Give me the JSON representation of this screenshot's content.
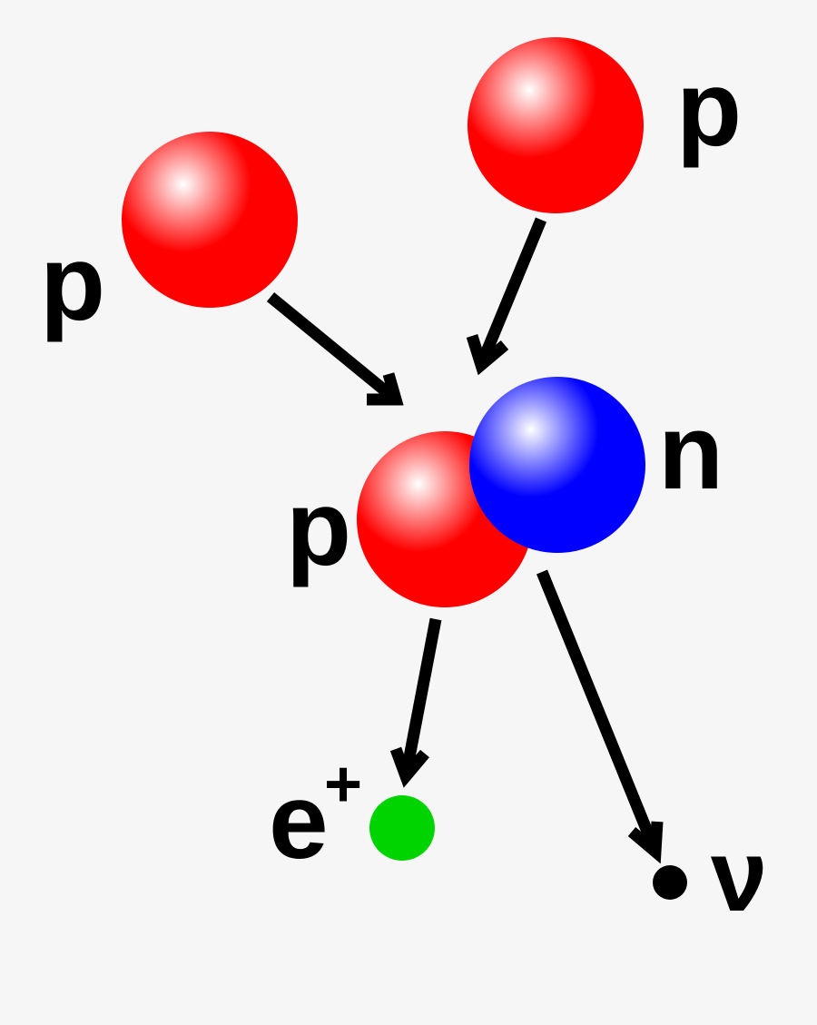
{
  "colors": {
    "background": "#f6f6f6",
    "proton": "#ff0000",
    "neutron": "#0000ff",
    "positron": "#00d400",
    "neutrino": "#000000",
    "arrow": "#000000"
  },
  "labels": {
    "proton_left": "p",
    "proton_top": "p",
    "proton_product": "p",
    "neutron": "n",
    "positron_base": "e",
    "positron_charge": "+",
    "neutrino": "ν"
  }
}
